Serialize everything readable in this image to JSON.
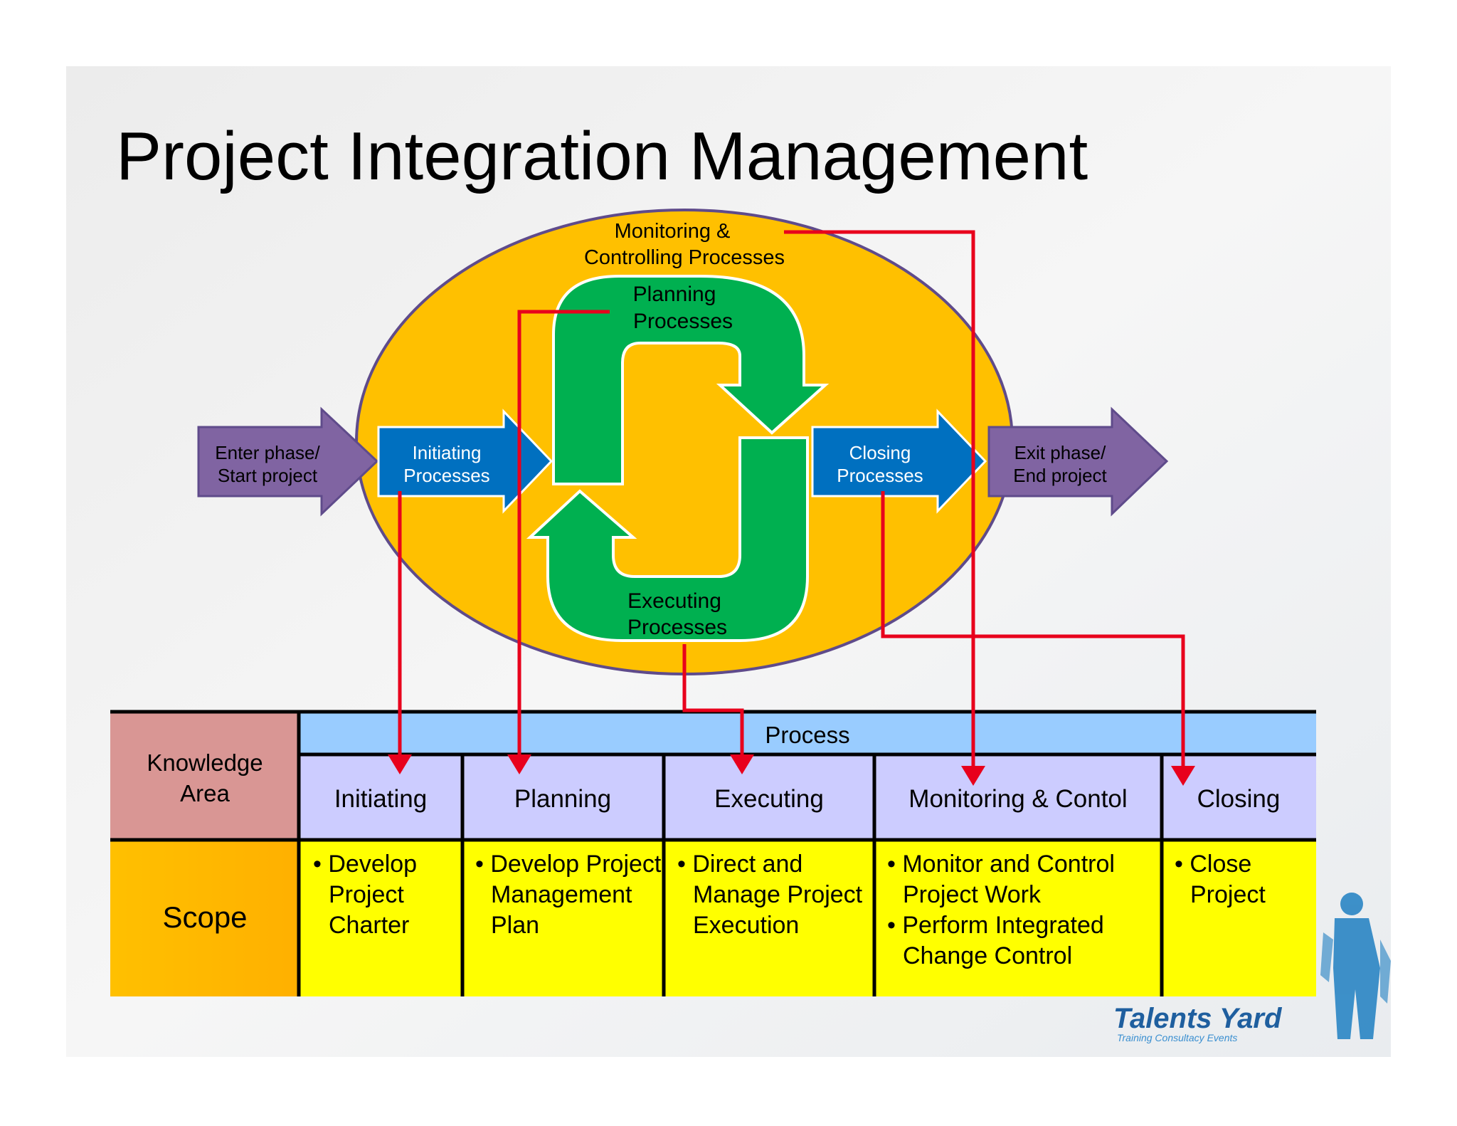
{
  "slide": {
    "title": "Project Integration Management"
  },
  "diagram": {
    "monitoring_line1": "Monitoring &",
    "monitoring_line2": "Controlling Processes",
    "planning_line1": "Planning",
    "planning_line2": "Processes",
    "executing_line1": "Executing",
    "executing_line2": "Processes",
    "enter_line1": "Enter phase/",
    "enter_line2": "Start project",
    "initiating_line1": "Initiating",
    "initiating_line2": "Processes",
    "closing_line1": "Closing",
    "closing_line2": "Processes",
    "exit_line1": "Exit phase/",
    "exit_line2": "End project"
  },
  "table": {
    "knowledge_line1": "Knowledge",
    "knowledge_line2": "Area",
    "process_header": "Process",
    "columns": [
      "Initiating",
      "Planning",
      "Executing",
      "Monitoring & Contol",
      "Closing"
    ],
    "row_label": "Scope",
    "cells": {
      "initiating": [
        "• Develop",
        "Project",
        "Charter"
      ],
      "planning": [
        "• Develop Project",
        "Management",
        "Plan"
      ],
      "executing": [
        "• Direct and",
        "Manage Project",
        "Execution"
      ],
      "monitoring": [
        "• Monitor and Control",
        "Project Work",
        "• Perform Integrated",
        "Change Control"
      ],
      "closing": [
        "• Close",
        "Project"
      ]
    }
  },
  "logo": {
    "name": "Talents Yard",
    "tagline": "Training    Consultacy    Events"
  },
  "colors": {
    "ellipse": "#FFC000",
    "ellipse_border": "#5F4B8B",
    "green": "#00B050",
    "blue_arrow": "#0070C0",
    "purple_arrow": "#8064A2",
    "red_line": "#E8001C",
    "knowledge_cell": "#D99694",
    "process_header": "#99CCFF",
    "column_header": "#CCCCFF",
    "scope_cell": "#FFC000",
    "content_cell": "#FFFF00"
  }
}
